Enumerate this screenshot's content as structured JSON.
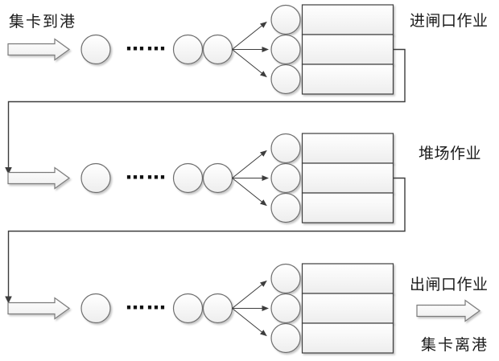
{
  "diagram_type": "multi-stage-queueing-flow",
  "stages": [
    {
      "name": "gate-in-operation",
      "label": "进闸口作业",
      "arrival_label": "集卡到港",
      "queue_ellipsis": "……",
      "waiting_queue_circles": 3,
      "service_circles": 3,
      "server_boxes": 3
    },
    {
      "name": "yard-operation",
      "label": "堆场作业",
      "queue_ellipsis": "……",
      "waiting_queue_circles": 3,
      "service_circles": 3,
      "server_boxes": 3
    },
    {
      "name": "gate-out-operation",
      "label": "出闸口作业",
      "departure_label": "集卡离港",
      "queue_ellipsis": "……",
      "waiting_queue_circles": 3,
      "service_circles": 3,
      "server_boxes": 3
    }
  ],
  "connectors": [
    {
      "from": "gate-in-operation",
      "to": "yard-operation",
      "style": "right-down-left-down-arrow"
    },
    {
      "from": "yard-operation",
      "to": "gate-out-operation",
      "style": "right-down-left-down-arrow"
    }
  ],
  "colors": {
    "background": "#ffffff",
    "shape_fill_top": "#ffffff",
    "shape_fill_bottom": "#ededed",
    "circle_stroke": "#6e6e6e",
    "box_stroke": "#3d3d3d",
    "connector_line": "#3d3d3d",
    "text": "#1a1a1a"
  }
}
